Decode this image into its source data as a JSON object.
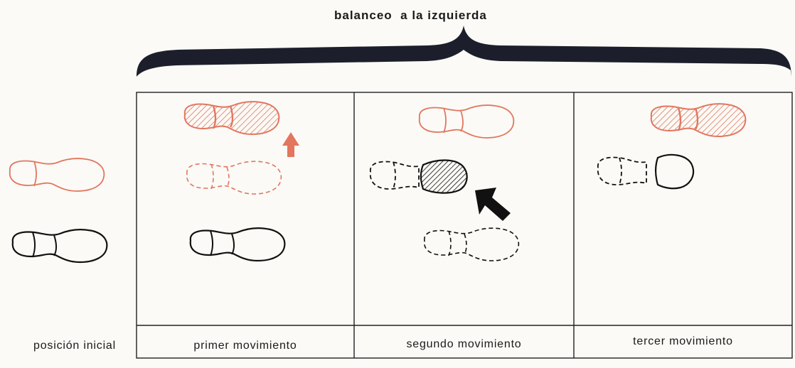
{
  "title": "balanceo  a la izquierda",
  "captions": {
    "initial": "posición inicial",
    "step1": "primer movimiento",
    "step2": "segundo movimiento",
    "step3": "tercer movimiento"
  },
  "colors": {
    "red": "#e2765f",
    "black": "#111111",
    "brace": "#1c1f2b",
    "grid": "#222222"
  },
  "icons": [
    "footprint-icon",
    "arrow-up-icon",
    "arrow-diagonal-icon",
    "curly-brace"
  ]
}
